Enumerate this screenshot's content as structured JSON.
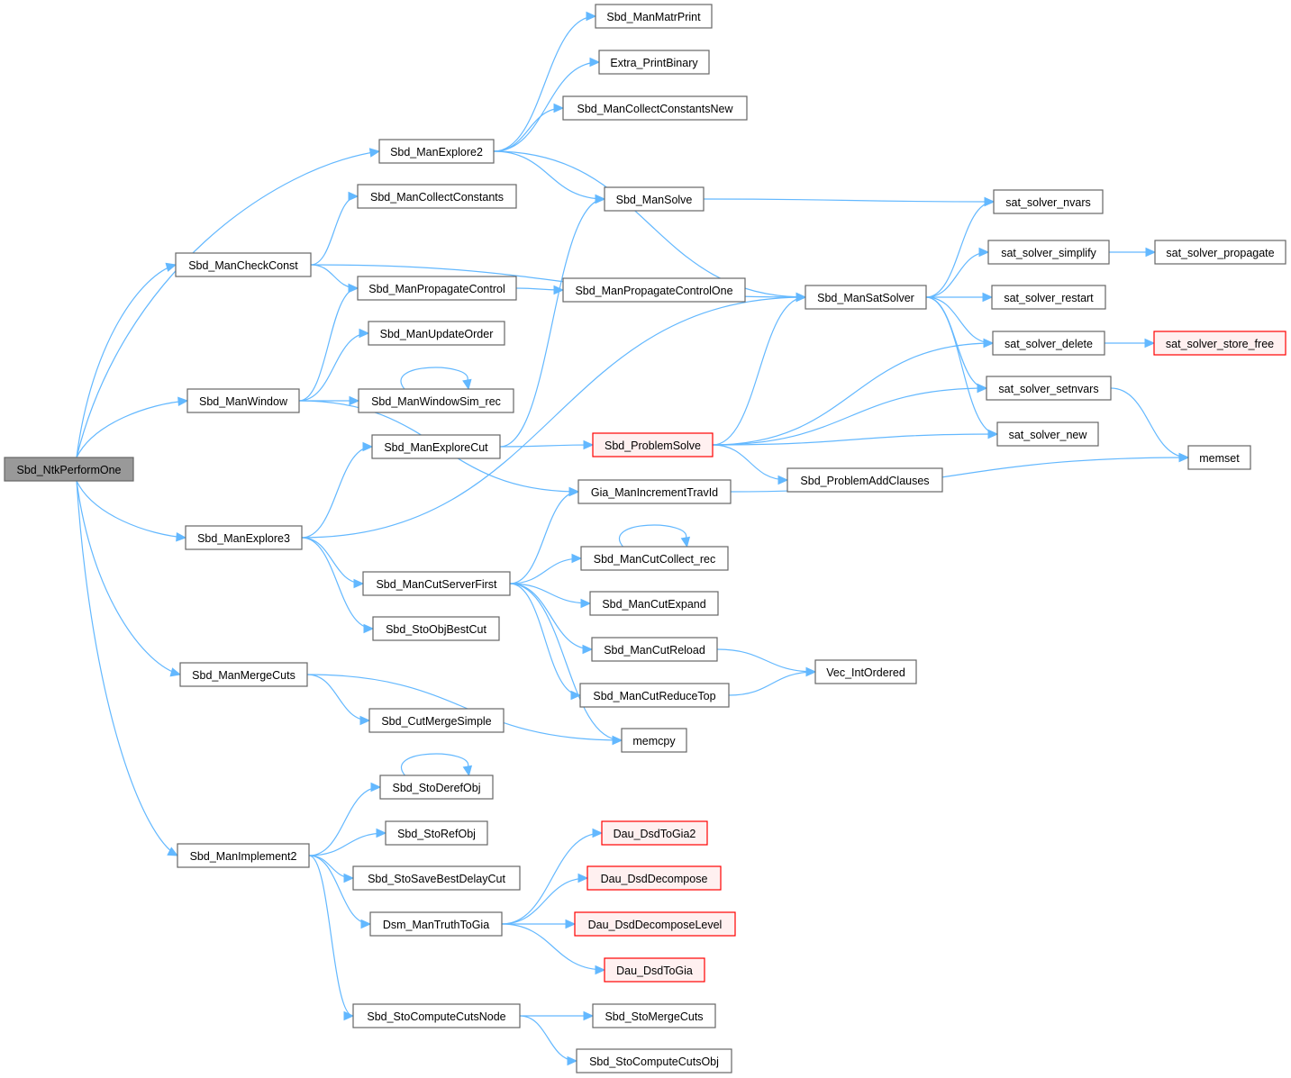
{
  "graph": {
    "nodes": {
      "root": {
        "label": "Sbd_NtkPerformOne",
        "style": "root"
      },
      "explore2": {
        "label": "Sbd_ManExplore2",
        "style": "normal"
      },
      "collectConst": {
        "label": "Sbd_ManCollectConstants",
        "style": "normal"
      },
      "checkConst": {
        "label": "Sbd_ManCheckConst",
        "style": "normal"
      },
      "propCtrl": {
        "label": "Sbd_ManPropagateControl",
        "style": "normal"
      },
      "updateOrder": {
        "label": "Sbd_ManUpdateOrder",
        "style": "normal"
      },
      "window": {
        "label": "Sbd_ManWindow",
        "style": "normal"
      },
      "windowSim": {
        "label": "Sbd_ManWindowSim_rec",
        "style": "normal"
      },
      "exploreCut": {
        "label": "Sbd_ManExploreCut",
        "style": "normal"
      },
      "explore3": {
        "label": "Sbd_ManExplore3",
        "style": "normal"
      },
      "cutServer": {
        "label": "Sbd_ManCutServerFirst",
        "style": "normal"
      },
      "stoObjBest": {
        "label": "Sbd_StoObjBestCut",
        "style": "normal"
      },
      "mergeCuts": {
        "label": "Sbd_ManMergeCuts",
        "style": "normal"
      },
      "cutMergeSimple": {
        "label": "Sbd_CutMergeSimple",
        "style": "normal"
      },
      "stoDeref": {
        "label": "Sbd_StoDerefObj",
        "style": "normal"
      },
      "stoRef": {
        "label": "Sbd_StoRefObj",
        "style": "normal"
      },
      "implement2": {
        "label": "Sbd_ManImplement2",
        "style": "normal"
      },
      "stoSaveBest": {
        "label": "Sbd_StoSaveBestDelayCut",
        "style": "normal"
      },
      "dsmTruth": {
        "label": "Dsm_ManTruthToGia",
        "style": "normal"
      },
      "stoCompNode": {
        "label": "Sbd_StoComputeCutsNode",
        "style": "normal"
      },
      "matrPrint": {
        "label": "Sbd_ManMatrPrint",
        "style": "normal"
      },
      "printBinary": {
        "label": "Extra_PrintBinary",
        "style": "normal"
      },
      "collectConstNew": {
        "label": "Sbd_ManCollectConstantsNew",
        "style": "normal"
      },
      "solve": {
        "label": "Sbd_ManSolve",
        "style": "normal"
      },
      "propCtrlOne": {
        "label": "Sbd_ManPropagateControlOne",
        "style": "normal"
      },
      "problemSolve": {
        "label": "Sbd_ProblemSolve",
        "style": "red"
      },
      "giaIncr": {
        "label": "Gia_ManIncrementTravId",
        "style": "normal"
      },
      "cutCollect": {
        "label": "Sbd_ManCutCollect_rec",
        "style": "normal"
      },
      "cutExpand": {
        "label": "Sbd_ManCutExpand",
        "style": "normal"
      },
      "cutReload": {
        "label": "Sbd_ManCutReload",
        "style": "normal"
      },
      "cutReduceTop": {
        "label": "Sbd_ManCutReduceTop",
        "style": "normal"
      },
      "memcpy": {
        "label": "memcpy",
        "style": "normal"
      },
      "dsdToGia2": {
        "label": "Dau_DsdToGia2",
        "style": "red"
      },
      "dsdDecompose": {
        "label": "Dau_DsdDecompose",
        "style": "red"
      },
      "dsdDecompLevel": {
        "label": "Dau_DsdDecomposeLevel",
        "style": "red"
      },
      "dsdToGia": {
        "label": "Dau_DsdToGia",
        "style": "red"
      },
      "stoMergeCuts": {
        "label": "Sbd_StoMergeCuts",
        "style": "normal"
      },
      "stoCompObj": {
        "label": "Sbd_StoComputeCutsObj",
        "style": "normal"
      },
      "satSolver": {
        "label": "Sbd_ManSatSolver",
        "style": "normal"
      },
      "problemAddClauses": {
        "label": "Sbd_ProblemAddClauses",
        "style": "normal"
      },
      "vecIntOrdered": {
        "label": "Vec_IntOrdered",
        "style": "normal"
      },
      "ssNvars": {
        "label": "sat_solver_nvars",
        "style": "normal"
      },
      "ssSimplify": {
        "label": "sat_solver_simplify",
        "style": "normal"
      },
      "ssRestart": {
        "label": "sat_solver_restart",
        "style": "normal"
      },
      "ssDelete": {
        "label": "sat_solver_delete",
        "style": "normal"
      },
      "ssSetnvars": {
        "label": "sat_solver_setnvars",
        "style": "normal"
      },
      "ssNew": {
        "label": "sat_solver_new",
        "style": "normal"
      },
      "memset": {
        "label": "memset",
        "style": "normal"
      },
      "ssPropagate": {
        "label": "sat_solver_propagate",
        "style": "normal"
      },
      "ssStoreFree": {
        "label": "sat_solver_store_free",
        "style": "red"
      }
    },
    "edges": [
      [
        "root",
        "explore2"
      ],
      [
        "root",
        "checkConst"
      ],
      [
        "root",
        "window"
      ],
      [
        "root",
        "explore3"
      ],
      [
        "root",
        "mergeCuts"
      ],
      [
        "root",
        "implement2"
      ],
      [
        "explore2",
        "matrPrint"
      ],
      [
        "explore2",
        "printBinary"
      ],
      [
        "explore2",
        "collectConstNew"
      ],
      [
        "explore2",
        "satSolver"
      ],
      [
        "explore2",
        "solve"
      ],
      [
        "checkConst",
        "collectConst"
      ],
      [
        "checkConst",
        "satSolver"
      ],
      [
        "checkConst",
        "propCtrl"
      ],
      [
        "propCtrl",
        "propCtrlOne"
      ],
      [
        "window",
        "propCtrl"
      ],
      [
        "window",
        "updateOrder"
      ],
      [
        "window",
        "windowSim"
      ],
      [
        "window",
        "giaIncr"
      ],
      [
        "windowSim",
        "windowSim"
      ],
      [
        "exploreCut",
        "solve"
      ],
      [
        "exploreCut",
        "problemSolve"
      ],
      [
        "explore3",
        "exploreCut"
      ],
      [
        "explore3",
        "satSolver"
      ],
      [
        "explore3",
        "cutServer"
      ],
      [
        "explore3",
        "stoObjBest"
      ],
      [
        "solve",
        "ssNvars"
      ],
      [
        "satSolver",
        "ssNvars"
      ],
      [
        "satSolver",
        "ssSimplify"
      ],
      [
        "satSolver",
        "ssRestart"
      ],
      [
        "satSolver",
        "ssDelete"
      ],
      [
        "satSolver",
        "ssSetnvars"
      ],
      [
        "satSolver",
        "ssNew"
      ],
      [
        "ssSimplify",
        "ssPropagate"
      ],
      [
        "ssDelete",
        "ssStoreFree"
      ],
      [
        "ssSetnvars",
        "memset"
      ],
      [
        "problemSolve",
        "satSolver"
      ],
      [
        "problemSolve",
        "ssDelete"
      ],
      [
        "problemSolve",
        "ssSetnvars"
      ],
      [
        "problemSolve",
        "ssNew"
      ],
      [
        "problemSolve",
        "problemAddClauses"
      ],
      [
        "giaIncr",
        "memset"
      ],
      [
        "cutServer",
        "giaIncr"
      ],
      [
        "cutServer",
        "cutCollect"
      ],
      [
        "cutServer",
        "cutExpand"
      ],
      [
        "cutServer",
        "cutReload"
      ],
      [
        "cutServer",
        "cutReduceTop"
      ],
      [
        "cutServer",
        "memcpy"
      ],
      [
        "cutCollect",
        "cutCollect"
      ],
      [
        "cutReload",
        "vecIntOrdered"
      ],
      [
        "cutReduceTop",
        "vecIntOrdered"
      ],
      [
        "mergeCuts",
        "cutMergeSimple"
      ],
      [
        "mergeCuts",
        "memcpy"
      ],
      [
        "stoDeref",
        "stoDeref"
      ],
      [
        "implement2",
        "stoDeref"
      ],
      [
        "implement2",
        "stoRef"
      ],
      [
        "implement2",
        "stoSaveBest"
      ],
      [
        "implement2",
        "dsmTruth"
      ],
      [
        "implement2",
        "stoCompNode"
      ],
      [
        "dsmTruth",
        "dsdToGia2"
      ],
      [
        "dsmTruth",
        "dsdDecompose"
      ],
      [
        "dsmTruth",
        "dsdDecompLevel"
      ],
      [
        "dsmTruth",
        "dsdToGia"
      ],
      [
        "stoCompNode",
        "stoMergeCuts"
      ],
      [
        "stoCompNode",
        "stoCompObj"
      ]
    ],
    "colors": {
      "edge": "#63b8ff",
      "root_fill": "#999999",
      "red_border": "#ff0000",
      "red_fill": "#fff0f0"
    }
  }
}
